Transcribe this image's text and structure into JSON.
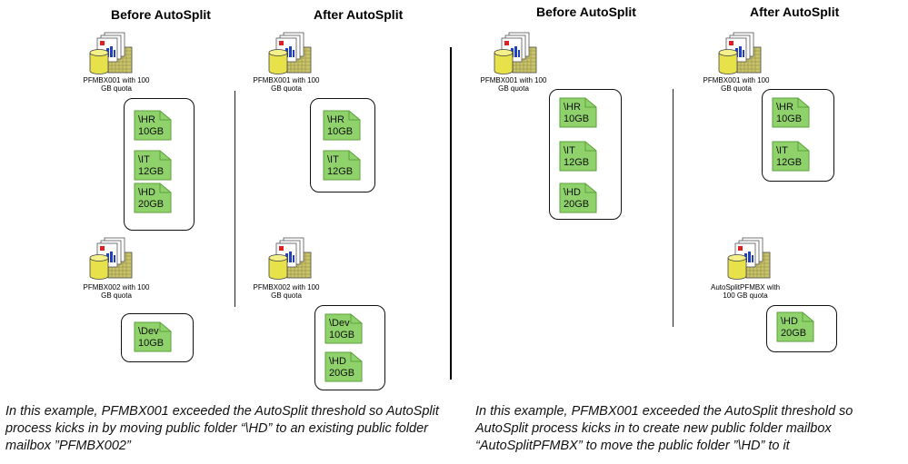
{
  "left": {
    "before_title": "Before AutoSplit",
    "after_title": "After AutoSplit",
    "before": {
      "server1_caption": "PFMBX001 with 100 GB quota",
      "server1_folders": [
        {
          "name": "\\HR",
          "size": "10GB"
        },
        {
          "name": "\\IT",
          "size": "12GB"
        },
        {
          "name": "\\HD",
          "size": "20GB"
        }
      ],
      "server2_caption": "PFMBX002 with 100 GB quota",
      "server2_folders": [
        {
          "name": "\\Dev",
          "size": "10GB"
        }
      ]
    },
    "after": {
      "server1_caption": "PFMBX001 with 100 GB quota",
      "server1_folders": [
        {
          "name": "\\HR",
          "size": "10GB"
        },
        {
          "name": "\\IT",
          "size": "12GB"
        }
      ],
      "server2_caption": "PFMBX002 with 100 GB quota",
      "server2_folders": [
        {
          "name": "\\Dev",
          "size": "10GB"
        },
        {
          "name": "\\HD",
          "size": "20GB"
        }
      ]
    },
    "note": "In this example, PFMBX001 exceeded the AutoSplit threshold so AutoSplit process kicks in by moving public folder “\\HD” to an existing public folder mailbox ”PFMBX002”"
  },
  "right": {
    "before_title": "Before AutoSplit",
    "after_title": "After AutoSplit",
    "before": {
      "server1_caption": "PFMBX001 with 100 GB quota",
      "server1_folders": [
        {
          "name": "\\HR",
          "size": "10GB"
        },
        {
          "name": "\\IT",
          "size": "12GB"
        },
        {
          "name": "\\HD",
          "size": "20GB"
        }
      ]
    },
    "after": {
      "server1_caption": "PFMBX001 with 100 GB quota",
      "server1_folders": [
        {
          "name": "\\HR",
          "size": "10GB"
        },
        {
          "name": "\\IT",
          "size": "12GB"
        }
      ],
      "server2_caption": "AutoSplitPFMBX with 100 GB quota",
      "server2_folders": [
        {
          "name": "\\HD",
          "size": "20GB"
        }
      ]
    },
    "note": "In this example, PFMBX001 exceeded the AutoSplit threshold  so AutoSplit process kicks in to create new public folder mailbox “AutoSplitPFMBX” to move the public folder ”\\HD” to it"
  },
  "colors": {
    "folder_fill": "#8fd16a",
    "folder_stroke": "#5ea23c",
    "server_cylinder": "#e8e24a",
    "server_grid": "#c9c46a"
  }
}
